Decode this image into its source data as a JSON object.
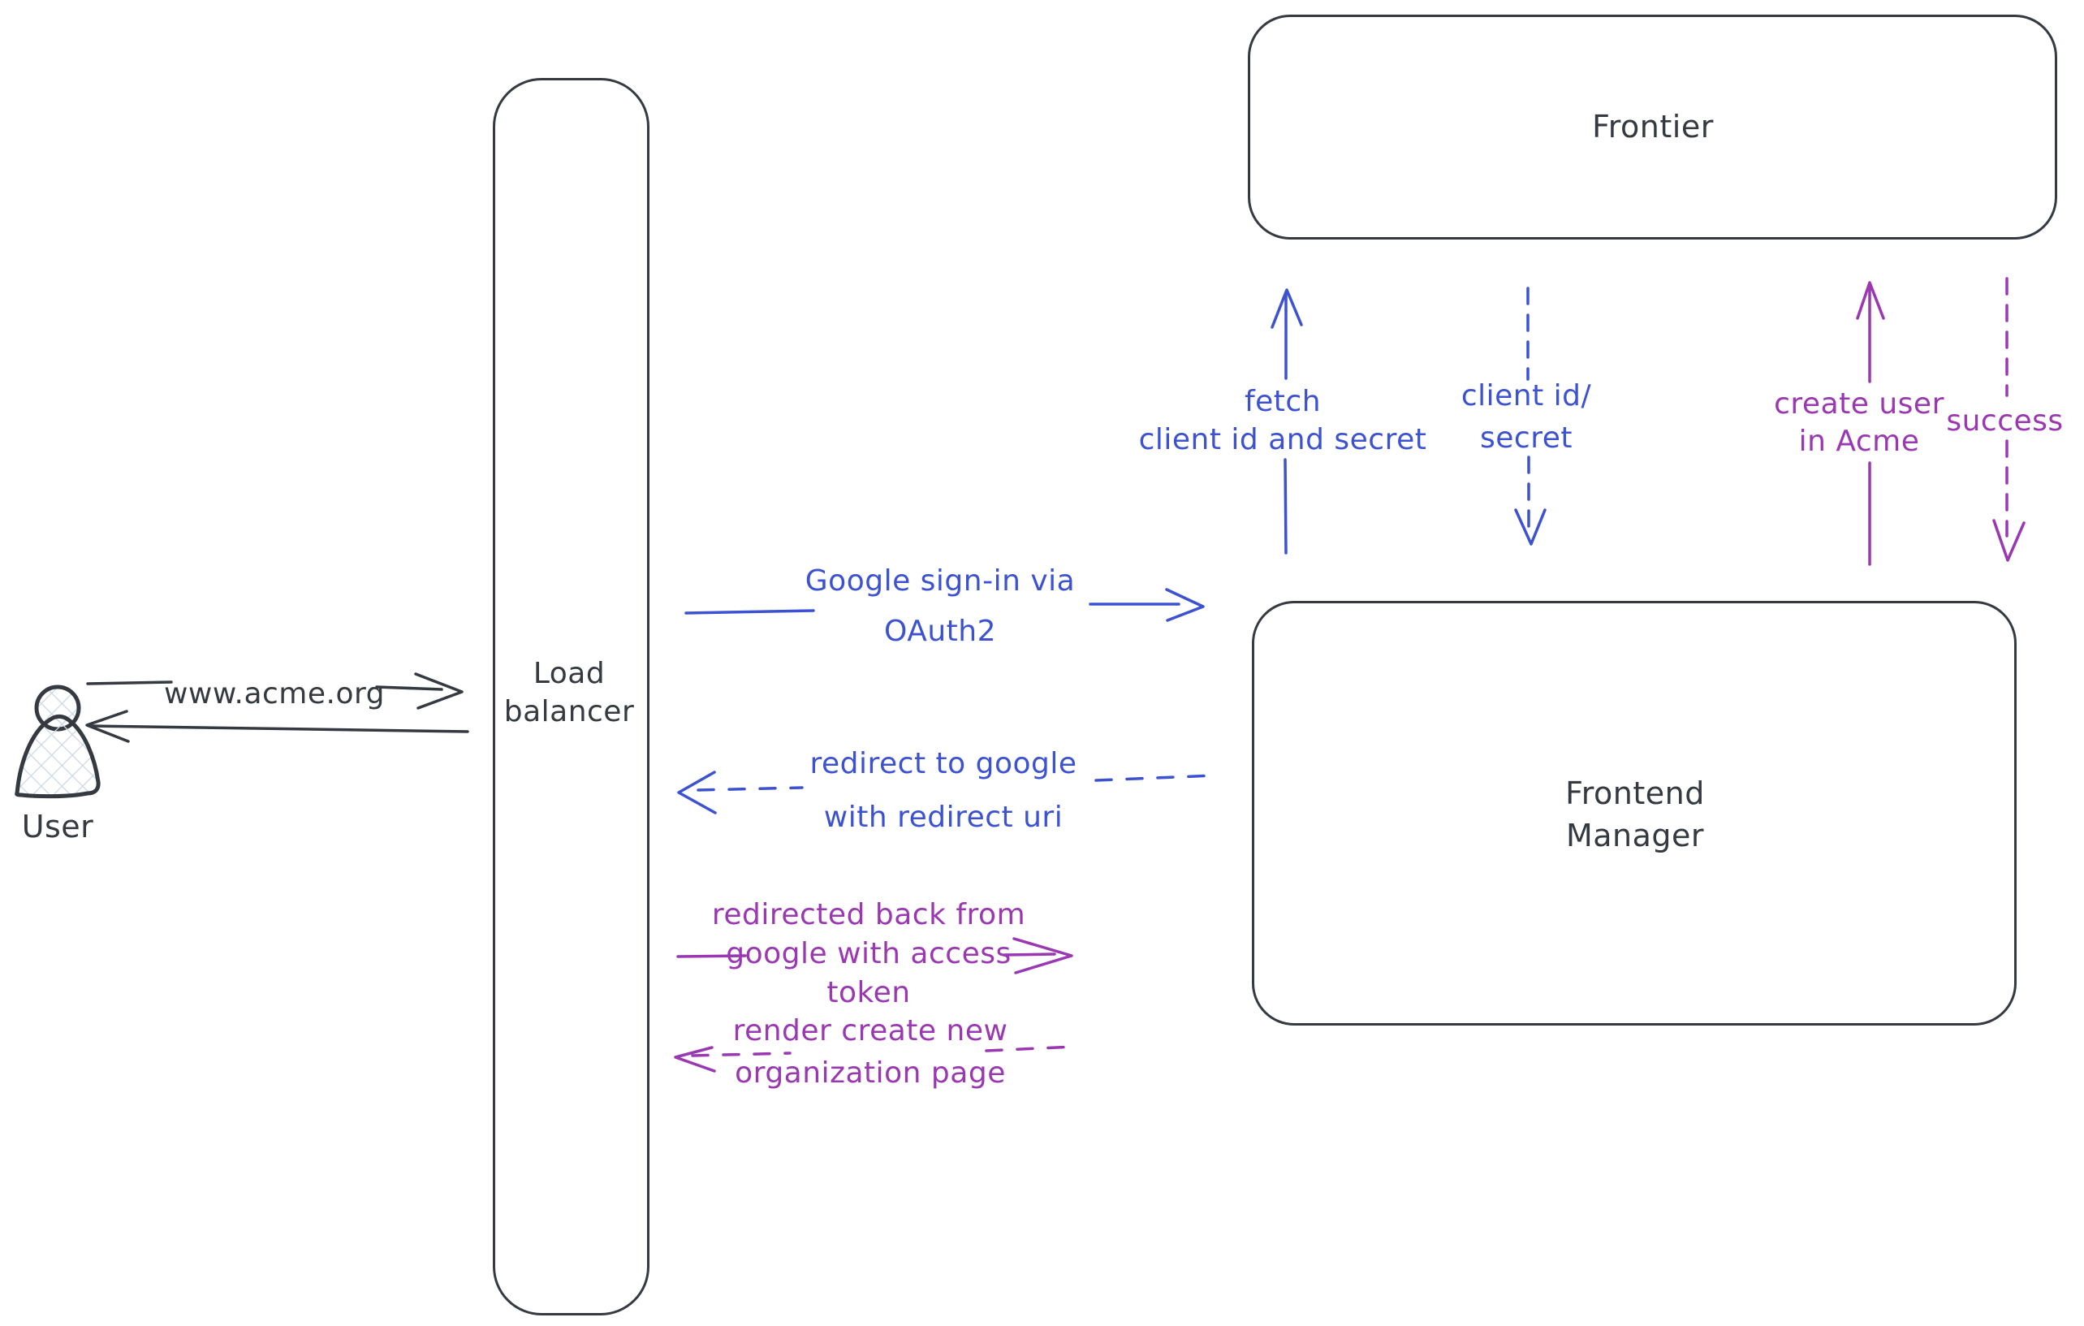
{
  "colors": {
    "background": "#ffffff",
    "ink": "#343a40",
    "blue": "#3c52d1",
    "purple": "#9a38b2",
    "hatch": "#ccd7e3"
  },
  "nodes": {
    "user": {
      "label": "User"
    },
    "load_balancer": {
      "line1": "Load",
      "line2": "balancer"
    },
    "frontier": {
      "label": "Frontier"
    },
    "frontend_manager": {
      "line1": "Frontend",
      "line2": "Manager"
    }
  },
  "edges": {
    "user_to_lb": {
      "label": "www.acme.org",
      "style": "solid",
      "direction": "right"
    },
    "lb_to_user": {
      "style": "solid",
      "direction": "left"
    },
    "google_signin": {
      "line1": "Google sign-in via",
      "line2": "OAuth2",
      "style": "solid",
      "direction": "right"
    },
    "redirect_to_google": {
      "line1": "redirect to google",
      "line2": "with redirect uri",
      "style": "dashed",
      "direction": "left"
    },
    "fetch_secret": {
      "line1": "fetch",
      "line2": "client id and secret",
      "style": "solid",
      "direction": "up"
    },
    "client_id_secret": {
      "line1": "client id/",
      "line2": "secret",
      "style": "dashed",
      "direction": "down"
    },
    "create_user": {
      "line1": "create user",
      "line2": "in Acme",
      "style": "solid",
      "direction": "up"
    },
    "success": {
      "label": "success",
      "style": "dashed",
      "direction": "down"
    },
    "redirected_back": {
      "line1": "redirected back from",
      "line2": "google with access",
      "line3": "token",
      "style": "solid",
      "direction": "right"
    },
    "render_org_page": {
      "line1": "render create new",
      "line2": "organization page",
      "style": "dashed",
      "direction": "left"
    }
  }
}
